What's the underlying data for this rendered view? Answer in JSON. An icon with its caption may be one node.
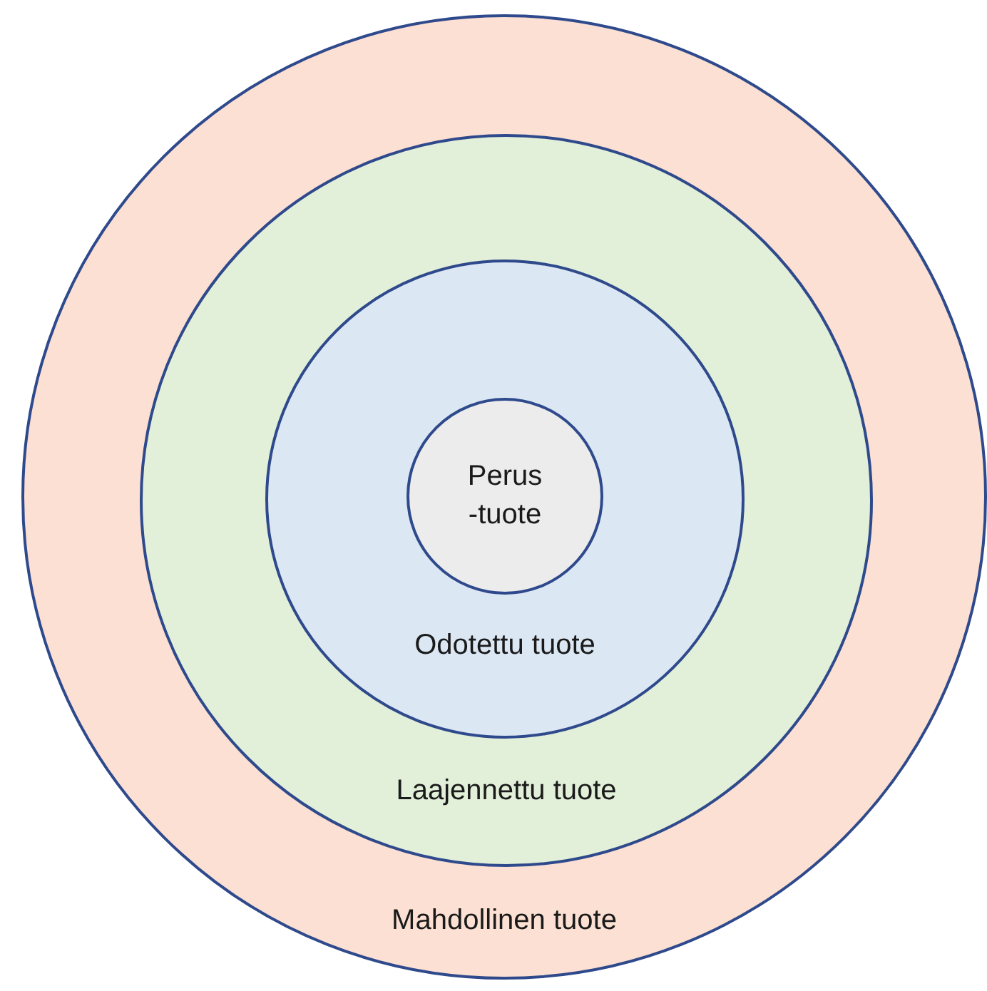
{
  "diagram": {
    "nodes": [
      {
        "text": [
          "Mahdollinen tuote"
        ]
      },
      {
        "text": [
          "Laajennettu tuote"
        ],
        "in": 0
      },
      {
        "text": [
          "Odotettu tuote"
        ],
        "in": 1
      },
      {
        "text": [
          "Perus -tuote"
        ],
        "in": 2
      }
    ]
  }
}
